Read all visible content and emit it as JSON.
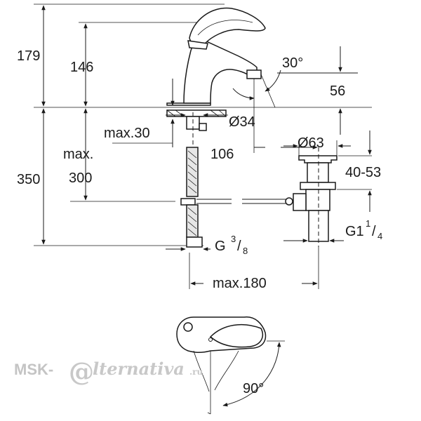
{
  "dimensions": {
    "total_height": "179",
    "lever_height": "146",
    "spout_angle": "30°",
    "spout_height": "56",
    "hole_diameter": "Ø34",
    "deck_thickness": "max.30",
    "spout_reach": "106",
    "flange_diameter": "Ø63",
    "max_label": "max.",
    "supply_length": "300",
    "installation_height": "350",
    "waste_range": "40-53",
    "supply_thread_prefix": "G",
    "supply_thread_num": "3",
    "supply_thread_den": "8",
    "waste_thread_prefix": "G1",
    "waste_thread_num": "1",
    "waste_thread_den": "4",
    "max_offset": "max.180",
    "lever_rotation": "90°"
  },
  "watermark": {
    "left": "MSK-",
    "at_sign": "@",
    "right": "lternativa",
    "suffix": ".ru"
  }
}
